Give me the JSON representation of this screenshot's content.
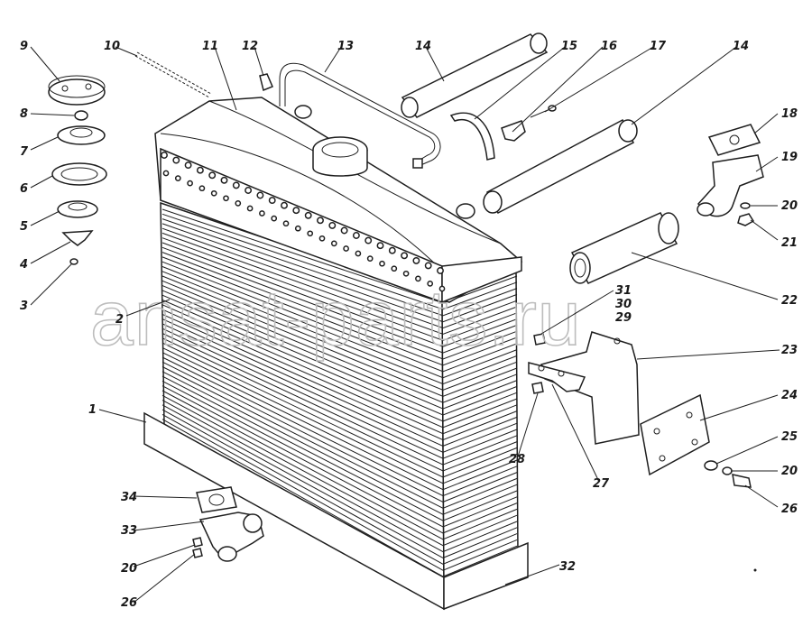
{
  "watermark": "ansat-parts.ru",
  "callouts": [
    {
      "id": "c1",
      "text": "1"
    },
    {
      "id": "c2",
      "text": "2"
    },
    {
      "id": "c3",
      "text": "3"
    },
    {
      "id": "c4",
      "text": "4"
    },
    {
      "id": "c5",
      "text": "5"
    },
    {
      "id": "c6",
      "text": "6"
    },
    {
      "id": "c7",
      "text": "7"
    },
    {
      "id": "c8",
      "text": "8"
    },
    {
      "id": "c9",
      "text": "9"
    },
    {
      "id": "c10",
      "text": "10"
    },
    {
      "id": "c11",
      "text": "11"
    },
    {
      "id": "c12",
      "text": "12"
    },
    {
      "id": "c13",
      "text": "13"
    },
    {
      "id": "c14a",
      "text": "14"
    },
    {
      "id": "c15",
      "text": "15"
    },
    {
      "id": "c16",
      "text": "16"
    },
    {
      "id": "c17",
      "text": "17"
    },
    {
      "id": "c14b",
      "text": "14"
    },
    {
      "id": "c18",
      "text": "18"
    },
    {
      "id": "c19",
      "text": "19"
    },
    {
      "id": "c20a",
      "text": "20"
    },
    {
      "id": "c21",
      "text": "21"
    },
    {
      "id": "c22",
      "text": "22"
    },
    {
      "id": "c31",
      "text": "31"
    },
    {
      "id": "c30",
      "text": "30"
    },
    {
      "id": "c29",
      "text": "29"
    },
    {
      "id": "c23",
      "text": "23"
    },
    {
      "id": "c24",
      "text": "24"
    },
    {
      "id": "c25",
      "text": "25"
    },
    {
      "id": "c20b",
      "text": "20"
    },
    {
      "id": "c26a",
      "text": "26"
    },
    {
      "id": "c28",
      "text": "28"
    },
    {
      "id": "c27",
      "text": "27"
    },
    {
      "id": "c32",
      "text": "32"
    },
    {
      "id": "c34",
      "text": "34"
    },
    {
      "id": "c33",
      "text": "33"
    },
    {
      "id": "c20c",
      "text": "20"
    },
    {
      "id": "c26b",
      "text": "26"
    }
  ]
}
